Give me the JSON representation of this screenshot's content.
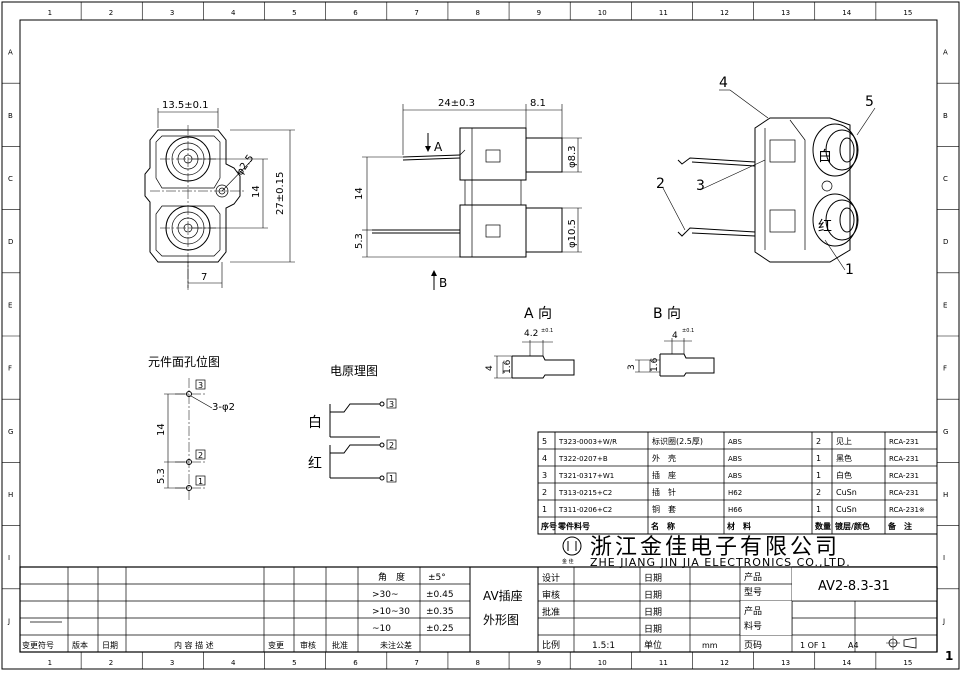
{
  "border": {
    "columns": [
      "1",
      "2",
      "3",
      "4",
      "5",
      "6",
      "7",
      "8",
      "9",
      "10",
      "11",
      "12",
      "13",
      "14",
      "15"
    ],
    "rows": [
      "A",
      "B",
      "C",
      "D",
      "E",
      "F",
      "G",
      "H",
      "I",
      "J"
    ],
    "sheet_corner": "1"
  },
  "front_view": {
    "width_dim": "13.5±0.1",
    "height_dim": "27±0.15",
    "pitch_dim": "14",
    "hole_dim": "φ2.5",
    "offset_dim": "7"
  },
  "side_view": {
    "length_dim": "24±0.3",
    "tip_dim": "8.1",
    "dia_top": "φ8.3",
    "dia_bottom": "φ10.5",
    "pin_pitch": "14",
    "pin_offset": "5.3",
    "arrow_a": "A",
    "arrow_b": "B"
  },
  "iso_view": {
    "callouts": [
      "1",
      "2",
      "3",
      "4",
      "5"
    ],
    "label_top": "白",
    "label_bottom": "红"
  },
  "view_a": {
    "title": "A 向",
    "dim_w": "4.2",
    "dim_w_tol": "±0.1",
    "dim_h1": "1.6",
    "dim_h2": "4"
  },
  "view_b": {
    "title": "B 向",
    "dim_w": "4",
    "dim_w_tol": "±0.1",
    "dim_h1": "1.6",
    "dim_h2": "3"
  },
  "hole_layout": {
    "title": "元件面孔位图",
    "hole_label": "3-φ2",
    "pitch": "14",
    "offset": "5.3",
    "pins": [
      "3",
      "2",
      "1"
    ]
  },
  "schematic": {
    "title": "电原理图",
    "label_white": "白",
    "label_red": "红",
    "pins": [
      "3",
      "2",
      "1"
    ]
  },
  "bom": {
    "rows": [
      [
        "5",
        "T323-0003+W/R",
        "标识圈(2.5厚)",
        "ABS",
        "2",
        "见上",
        "RCA-231"
      ],
      [
        "4",
        "T322-0207+B",
        "外　壳",
        "ABS",
        "1",
        "黑色",
        "RCA-231"
      ],
      [
        "3",
        "T321-0317+W1",
        "插　座",
        "ABS",
        "1",
        "白色",
        "RCA-231"
      ],
      [
        "2",
        "T313-0215+C2",
        "插　针",
        "H62",
        "2",
        "CuSn",
        "RCA-231"
      ],
      [
        "1",
        "T311-0206+C2",
        "铜　套",
        "H66",
        "1",
        "CuSn",
        "RCA-231※"
      ]
    ],
    "header": [
      "序号",
      "零件料号",
      "名　称",
      "材　料",
      "数量",
      "镀层/颜色",
      "备　注"
    ]
  },
  "company": {
    "name_cn": "浙江金佳电子有限公司",
    "name_en": "ZHE JIANG JIN JIA ELECTRONICS CO.,LTD.",
    "logo_text": "金 佳"
  },
  "title_block": {
    "tolerance_header": [
      "角　度",
      "±5°"
    ],
    "tolerance_rows": [
      [
        ">30~",
        "±0.45"
      ],
      [
        ">10~30",
        "±0.35"
      ],
      [
        "~10",
        "±0.25"
      ]
    ],
    "part_name_1": "AV插座",
    "part_name_2": "外形图",
    "design": "设计",
    "check": "审核",
    "approve": "批准",
    "scale_label": "比例",
    "scale": "1.5:1",
    "date": "日期",
    "unit_label": "单位",
    "unit": "mm",
    "model_label_1": "产品",
    "model_label_2": "型号",
    "product_label_1": "产品",
    "product_label_2": "料号",
    "model": "AV2-8.3-31",
    "page_label": "页码",
    "page": "1 OF 1",
    "paper": "A4",
    "rev_header": [
      "变更符号",
      "版本",
      "日期",
      "内 容 描 述",
      "变更",
      "审核",
      "批准",
      "未注公差"
    ]
  }
}
